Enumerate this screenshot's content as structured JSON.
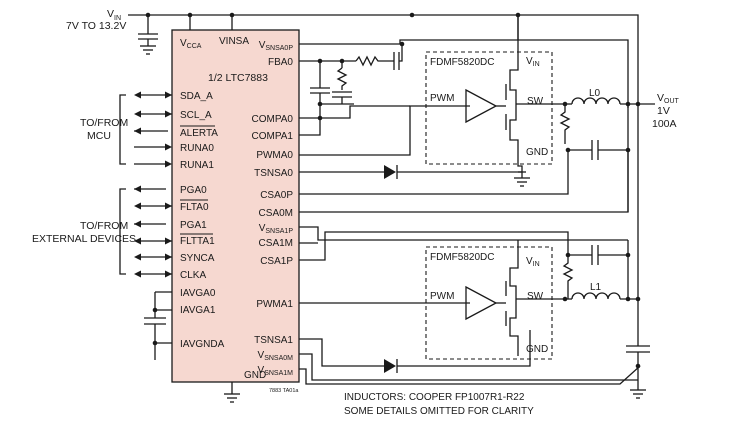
{
  "vin": {
    "label": "V",
    "sub": "IN",
    "range": "7V TO 13.2V"
  },
  "vout": {
    "label": "V",
    "sub": "OUT",
    "voltage": "1V",
    "current": "100A"
  },
  "chip": {
    "name": "1/2 LTC7883",
    "part_code": "7883 TA01a",
    "top_pins": {
      "vcca": "V",
      "vcca_sub": "CCA",
      "vinsa": "VINSA"
    },
    "left_pins": [
      "SDA_A",
      "SCL_A",
      "ALERTA",
      "RUNA0",
      "RUNA1",
      "PGA0",
      "FLTA0",
      "PGA1",
      "FLTTA1",
      "SYNCA",
      "CLKA",
      "IAVGA0",
      "IAVGA1",
      "IAVGNDA"
    ],
    "right_pins": {
      "vsnsa0p": "V",
      "vsnsa0p_sub": "SNSA0P",
      "fba0": "FBA0",
      "compa0": "COMPA0",
      "compa1": "COMPA1",
      "pwma0": "PWMA0",
      "tsnsa0": "TSNSA0",
      "csa0p": "CSA0P",
      "csa0m": "CSA0M",
      "vsnsa1p": "V",
      "vsnsa1p_sub": "SNSA1P",
      "csa1m": "CSA1M",
      "csa1p": "CSA1P",
      "pwma1": "PWMA1",
      "tsnsa1": "TSNSA1",
      "vsnsa0m": "V",
      "vsnsa0m_sub": "SNSA0M",
      "vsnsa1m": "V",
      "vsnsa1m_sub": "SNSA1M",
      "gnd": "GND"
    }
  },
  "groups": {
    "mcu": [
      "TO/FROM",
      "MCU"
    ],
    "ext": [
      "TO/FROM",
      "EXTERNAL DEVICES"
    ]
  },
  "power_stage_top": {
    "part": "FDMF5820DC",
    "vin": "V",
    "vin_sub": "IN",
    "pwm": "PWM",
    "sw": "SW",
    "gnd": "GND",
    "inductor": "L0"
  },
  "power_stage_bottom": {
    "part": "FDMF5820DC",
    "vin": "V",
    "vin_sub": "IN",
    "pwm": "PWM",
    "sw": "SW",
    "gnd": "GND",
    "inductor": "L1"
  },
  "notes": [
    "INDUCTORS: COOPER FP1007R1-R22",
    "SOME DETAILS OMITTED FOR CLARITY"
  ]
}
